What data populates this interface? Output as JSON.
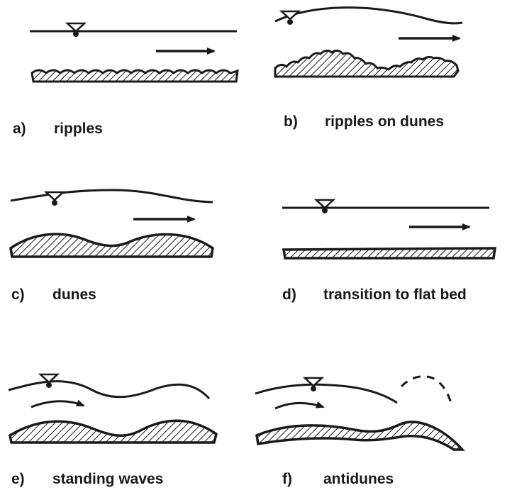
{
  "panels": [
    {
      "key": "a)",
      "name": "ripples"
    },
    {
      "key": "b)",
      "name": "ripples on dunes"
    },
    {
      "key": "c)",
      "name": "dunes"
    },
    {
      "key": "d)",
      "name": "transition to flat bed"
    },
    {
      "key": "e)",
      "name": "standing waves"
    },
    {
      "key": "f)",
      "name": "antidunes"
    }
  ],
  "colors": {
    "ink": "#1a1a1a",
    "background": "#ffffff"
  }
}
